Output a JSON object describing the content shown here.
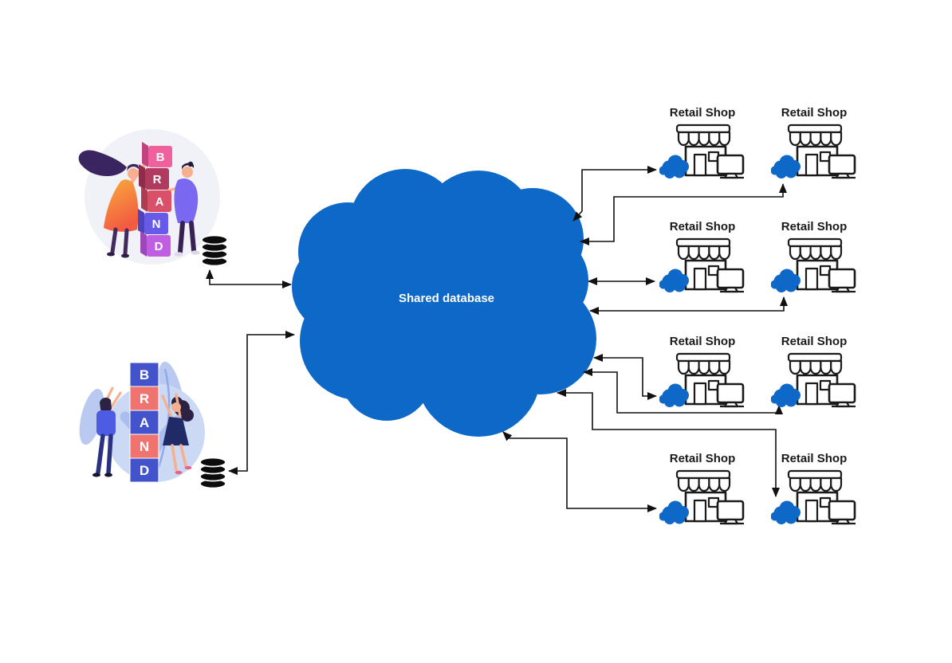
{
  "cloud": {
    "label": "Shared database"
  },
  "brand_top": {
    "letters": [
      "B",
      "R",
      "A",
      "N",
      "D"
    ]
  },
  "brand_bottom": {
    "letters": [
      "B",
      "R",
      "A",
      "N",
      "D"
    ]
  },
  "shops": [
    {
      "label": "Retail Shop"
    },
    {
      "label": "Retail Shop"
    },
    {
      "label": "Retail Shop"
    },
    {
      "label": "Retail Shop"
    },
    {
      "label": "Retail Shop"
    },
    {
      "label": "Retail Shop"
    },
    {
      "label": "Retail Shop"
    },
    {
      "label": "Retail Shop"
    }
  ],
  "icons": {
    "database": "database-icon",
    "storefront": "storefront-icon",
    "monitor": "monitor-icon",
    "small_cloud": "cloud-icon"
  },
  "colors": {
    "cloud_blue": "#0d68c8",
    "connector": "#111111",
    "label_black": "#1a1a1a",
    "cloud_label": "#ffffff"
  }
}
